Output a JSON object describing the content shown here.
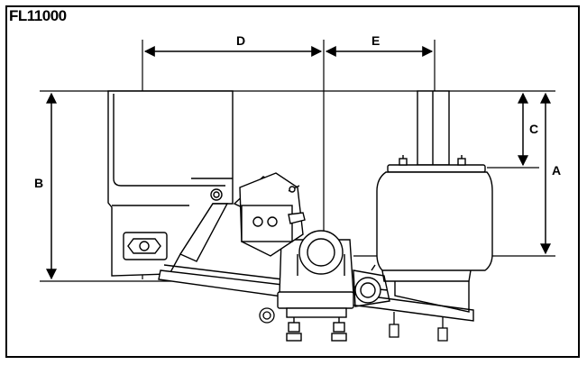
{
  "title": "FL11000",
  "dimensions": {
    "a": "A",
    "b": "B",
    "c": "C",
    "d": "D",
    "e": "E"
  },
  "colors": {
    "line": "#000000",
    "background": "#ffffff"
  }
}
